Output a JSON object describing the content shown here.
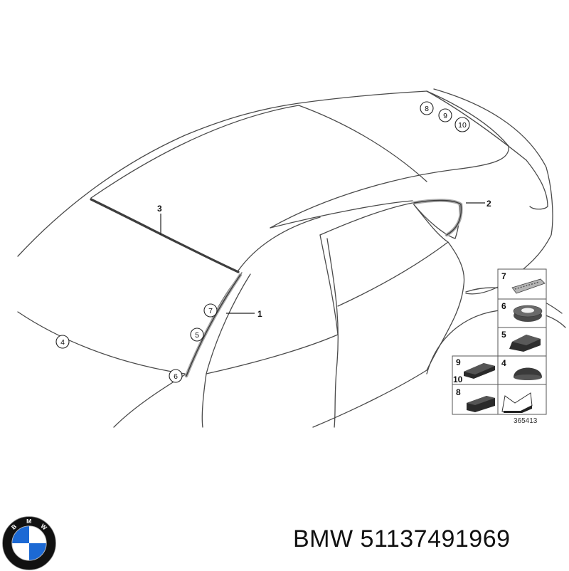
{
  "callouts": {
    "c1": "1",
    "c2": "2",
    "c3": "3",
    "c4": "4",
    "c5": "5",
    "c6": "6",
    "c7": "7",
    "c8": "8",
    "c9": "9",
    "c10": "10"
  },
  "parts_box": {
    "p7": "7",
    "p6": "6",
    "p5": "5",
    "p9": "9",
    "p10": "10",
    "p4": "4",
    "p8": "8"
  },
  "diagram_code": "365413",
  "caption": {
    "brand": "BMW",
    "part_number": "51137491969"
  },
  "logo": {
    "letters": [
      "B",
      "M",
      "W"
    ],
    "colors": {
      "blue": "#1c69d4",
      "white": "#ffffff",
      "ring": "#111111"
    }
  }
}
